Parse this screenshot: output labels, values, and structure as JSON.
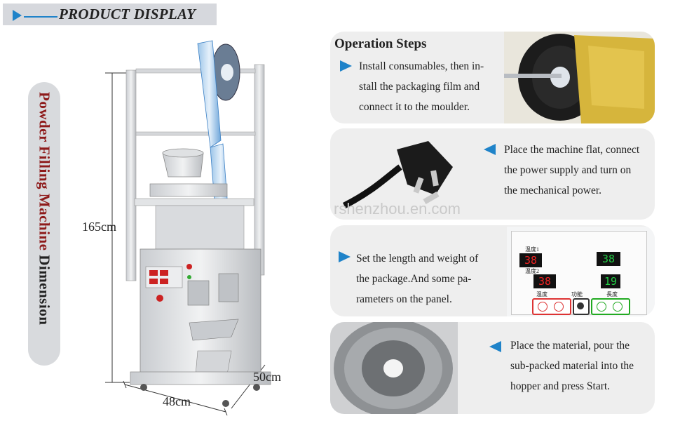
{
  "header": {
    "title": "PRODUCT DISPLAY"
  },
  "vertical_label": {
    "part1": "Powder Filling Machine",
    "part2": "Dimension"
  },
  "dimensions": {
    "height": "165cm",
    "depth": "50cm",
    "width": "48cm"
  },
  "operation": {
    "heading": "Operation Steps",
    "steps": [
      {
        "lines": [
          "Install consumables, then in-",
          "stall the packaging film and",
          "connect it to the moulder."
        ]
      },
      {
        "lines": [
          "Place the machine flat, connect",
          "the power supply and turn on",
          "the mechanical power."
        ]
      },
      {
        "lines": [
          "Set the length and weight of",
          "the package.And some pa-",
          "rameters on the panel."
        ]
      },
      {
        "lines": [
          "Place the material, pour the",
          "sub-packed material into the",
          "hopper and press Start."
        ]
      }
    ]
  },
  "control_panel": {
    "temp1_label": "温度1",
    "temp2_label": "温度2",
    "display1": "38",
    "display2": "38",
    "display3": "38",
    "display4": "19",
    "btn_labels": [
      "温度",
      "功能",
      "長度"
    ]
  },
  "watermark": "rshenzhou.en.com",
  "colors": {
    "accent": "#1f83c9",
    "label_red": "#8e1b1b",
    "panel_bg": "#eeeeee"
  }
}
